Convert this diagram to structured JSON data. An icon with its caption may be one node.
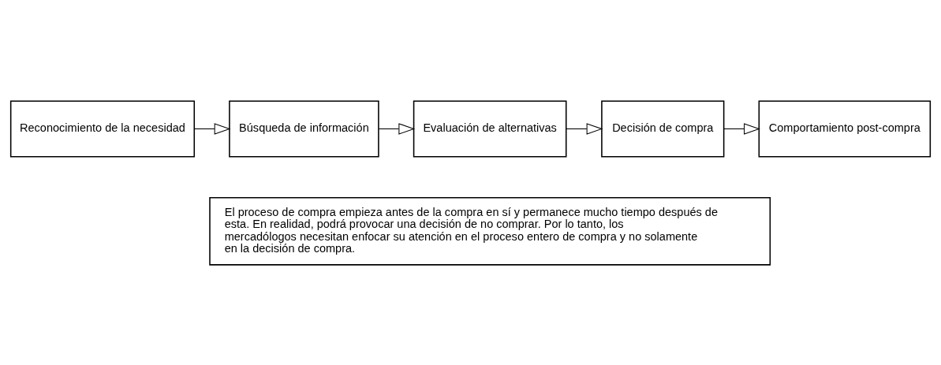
{
  "diagram": {
    "nodes": [
      {
        "text": [
          "Reconocimiento de la necesidad"
        ]
      },
      {
        "text": [
          "Búsqueda de información"
        ]
      },
      {
        "text": [
          "Evaluación de alternativas"
        ]
      },
      {
        "text": [
          "Decisión de compra"
        ]
      },
      {
        "text": [
          "Comportamiento post-compra"
        ]
      },
      {
        "text": [
          "El proceso de compra empieza antes de la compra en sí y permanece mucho tiempo después de esta. En realidad, podrá provocar una decisión de no comprar. Por lo tanto, los mercadólogos necesitan enfocar su atención en el proceso entero de compra y no solamente en la decisión de compra."
        ]
      }
    ],
    "edges": [
      {
        "from": 0,
        "to": 1,
        "arrow": "to"
      },
      {
        "from": 1,
        "to": 2,
        "arrow": "to"
      },
      {
        "from": 2,
        "to": 3,
        "arrow": "to"
      },
      {
        "from": 3,
        "to": 4,
        "arrow": "to"
      }
    ]
  }
}
